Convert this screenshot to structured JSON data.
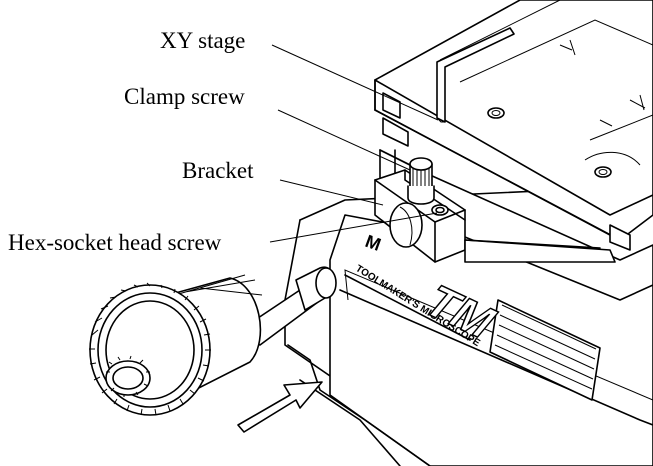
{
  "labels": {
    "xy_stage": "XY stage",
    "clamp_screw": "Clamp screw",
    "bracket": "Bracket",
    "hex_screw": "Hex-socket head screw"
  },
  "nameplate": {
    "text": "TOOLMAKER'S MICROSCOPE",
    "logo": "TM",
    "bracket_letter": "M"
  },
  "colors": {
    "line": "#000000",
    "background": "#ffffff"
  }
}
